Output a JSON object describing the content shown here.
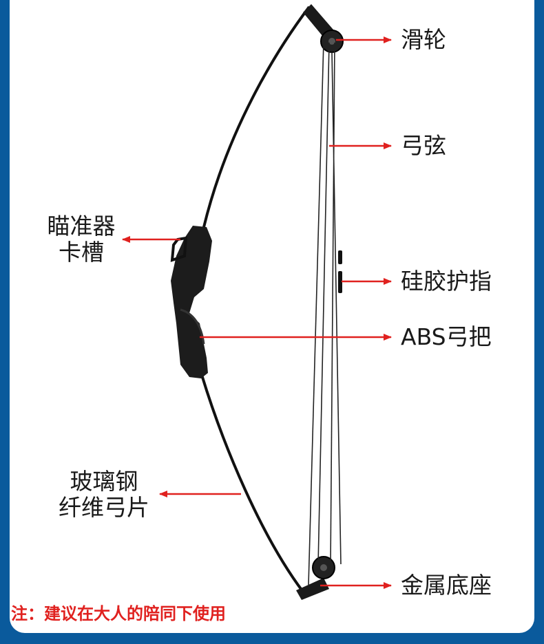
{
  "labels": {
    "pulley": "滑轮",
    "string": "弓弦",
    "silicone_finger_guard": "硅胶护指",
    "abs_grip": "ABS弓把",
    "metal_base": "金属底座",
    "sight_slot_line1": "瞄准器",
    "sight_slot_line2": "卡槽",
    "limb_line1": "玻璃钢",
    "limb_line2": "纤维弓片"
  },
  "note": "注：建议在大人的陪同下使用",
  "colors": {
    "background": "#0a5a9c",
    "panel": "#ffffff",
    "arrow": "#e0211f",
    "note": "#e0211f",
    "bow": "#111111"
  }
}
